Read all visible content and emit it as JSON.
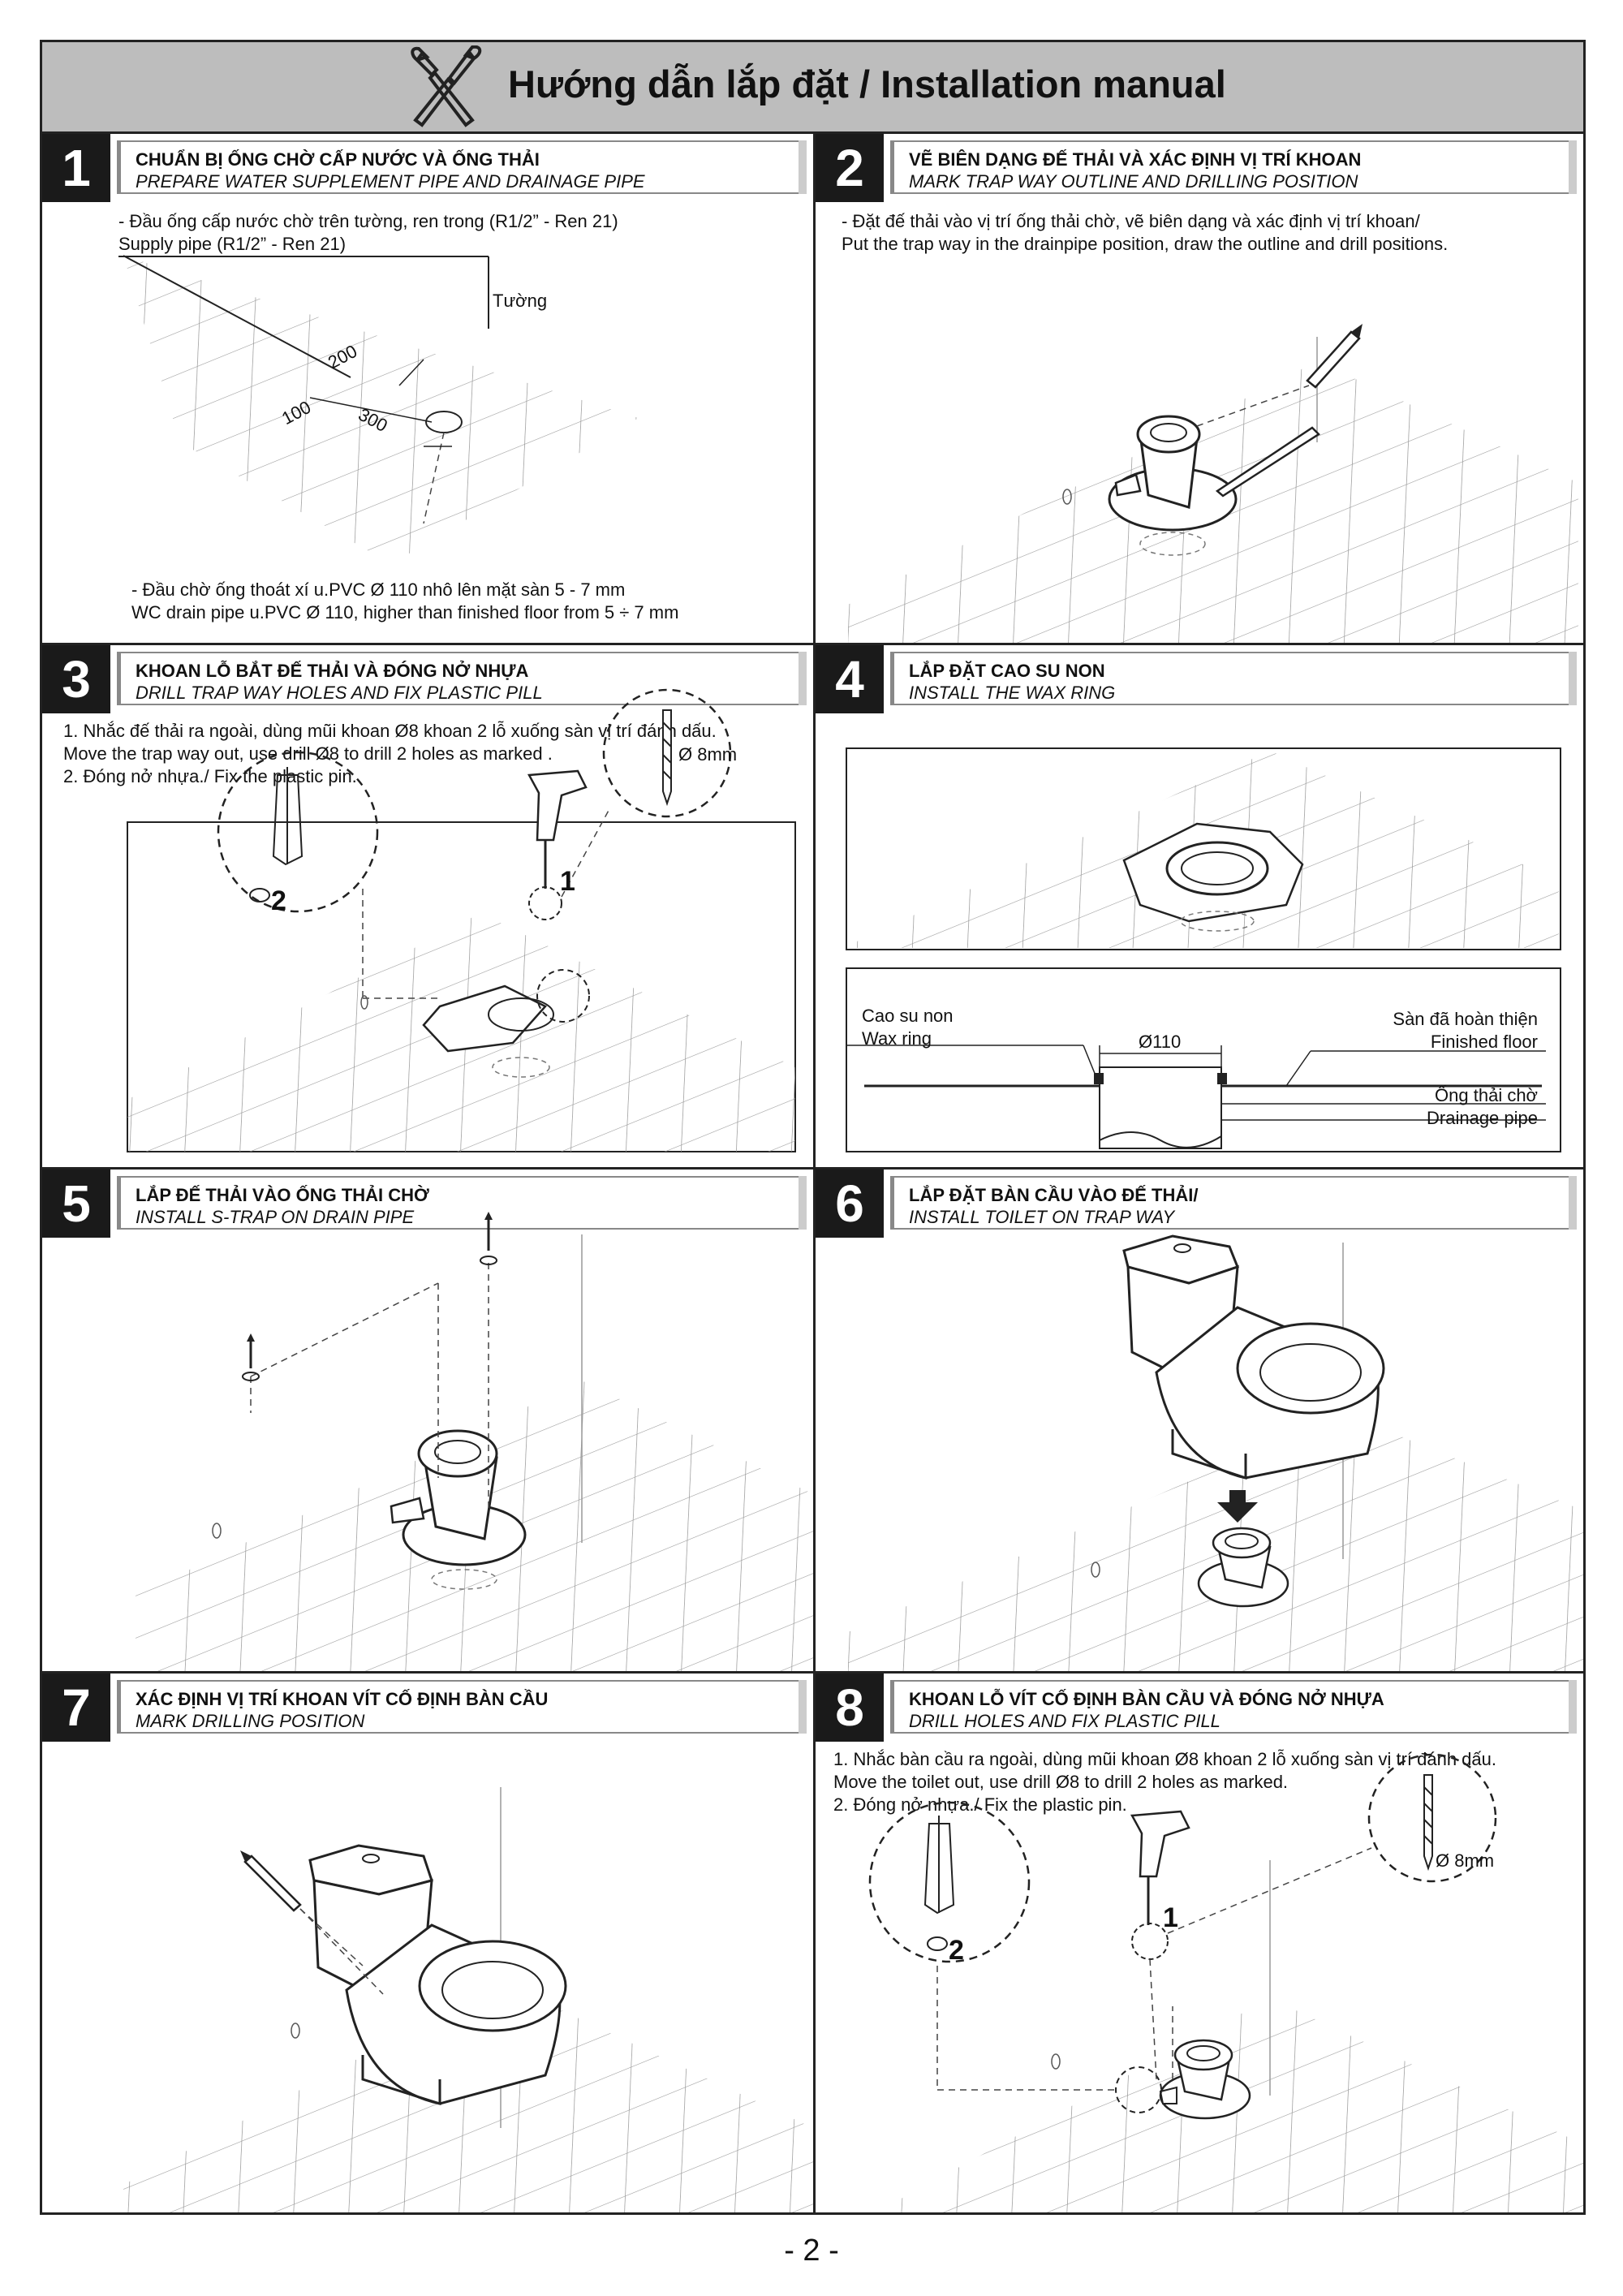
{
  "header": {
    "title": "Hướng dẫn lắp đặt / Installation manual",
    "icon": "tools-icon"
  },
  "steps": [
    {
      "number": "1",
      "title_vi": "CHUẨN BỊ ỐNG CHỜ CẤP NƯỚC VÀ ỐNG THẢI",
      "title_en": "PREPARE WATER SUPPLEMENT PIPE AND DRAINAGE PIPE",
      "note_vi": "- Đầu ống cấp nước chờ trên tường, ren trong (R1/2” - Ren 21)",
      "note_en": "Supply pipe (R1/2” - Ren 21)",
      "wall_label": "Tường",
      "dims": [
        "200",
        "100",
        "300"
      ],
      "drain_vi": "- Đầu chờ ống thoát xí u.PVC Ø  110 nhô lên mặt sàn 5 - 7 mm",
      "drain_en": "WC drain pipe u.PVC Ø  110, higher than finished floor from 5 ÷ 7 mm"
    },
    {
      "number": "2",
      "title_vi": "VẼ BIÊN DẠNG ĐẾ THẢI VÀ XÁC ĐỊNH VỊ TRÍ KHOAN",
      "title_en": "MARK TRAP WAY OUTLINE AND DRILLING POSITION",
      "line1": "- Đặt đế thải vào vị trí ống thải chờ, vẽ biên dạng và xác định vị trí khoan/",
      "line2": "Put the trap way in the drainpipe position, draw the outline and drill positions."
    },
    {
      "number": "3",
      "title_vi": "KHOAN LỖ BẮT ĐẾ THẢI VÀ ĐÓNG NỞ NHỰA",
      "title_en": "DRILL TRAP WAY HOLES AND FIX PLASTIC PILL",
      "line1": "1. Nhắc đế thải ra ngoài, dùng mũi khoan Ø8 khoan 2 lỗ xuống sàn vị trí đánh dấu.",
      "line2": "Move the trap way out, use drill Ø8 to drill 2 holes as marked .",
      "line3": "2. Đóng nở nhựa./ Fix the plastic pin.",
      "drill_label": "Ø 8mm",
      "callout1": "1",
      "callout2": "2"
    },
    {
      "number": "4",
      "title_vi": "LẮP ĐẶT CAO SU NON",
      "title_en": "INSTALL THE WAX RING",
      "wax_vi": "Cao su non",
      "wax_en": "Wax ring",
      "diameter": "Ø110",
      "floor_vi": "Sàn đã hoàn thiện",
      "floor_en": "Finished floor",
      "pipe_vi": "Ống thải chờ",
      "pipe_en": "Drainage pipe"
    },
    {
      "number": "5",
      "title_vi": "LẮP ĐẾ THẢI VÀO ỐNG THẢI CHỜ",
      "title_en": "INSTALL S-TRAP ON DRAIN PIPE"
    },
    {
      "number": "6",
      "title_vi": "LẮP ĐẶT BÀN CẦU VÀO ĐẾ THẢI/",
      "title_en": "INSTALL TOILET ON TRAP WAY"
    },
    {
      "number": "7",
      "title_vi": "XÁC ĐỊNH VỊ TRÍ KHOAN VÍT CỐ ĐỊNH BÀN CẦU",
      "title_en": "MARK DRILLING POSITION"
    },
    {
      "number": "8",
      "title_vi": "KHOAN LỖ VÍT CỐ ĐỊNH BÀN CẦU VÀ ĐÓNG NỞ NHỰA",
      "title_en": "DRILL HOLES AND FIX PLASTIC PILL",
      "line1": "1. Nhắc bàn cầu ra ngoài, dùng mũi khoan Ø8 khoan 2 lỗ xuống sàn vị trí đánh dấu.",
      "line2": "Move the toilet out, use drill Ø8 to drill 2 holes as marked.",
      "line3": "2. Đóng nở nhựa./ Fix the plastic pin.",
      "drill_label": "Ø 8mm",
      "callout1": "1",
      "callout2": "2"
    }
  ],
  "page_number": "- 2 -"
}
